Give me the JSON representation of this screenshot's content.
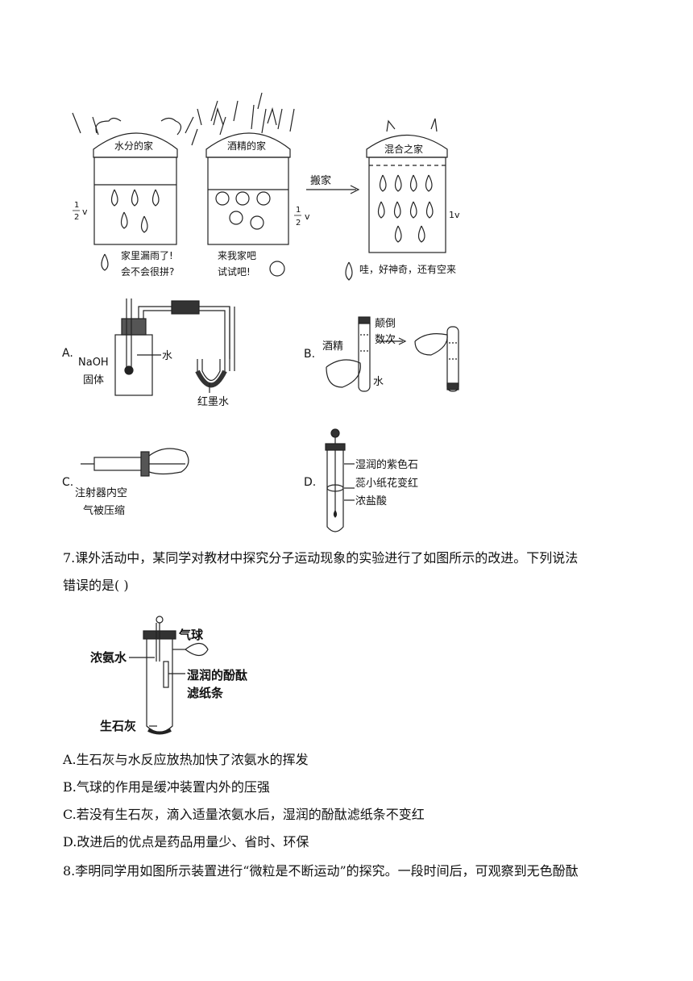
{
  "top_figure": {
    "house1_title": "水分的家",
    "house2_title": "酒精的家",
    "house3_title": "混合之家",
    "half_num": "1",
    "half_den": "2",
    "half_unit": "v",
    "one_v": "1v",
    "move_label": "搬家",
    "water_speech_1": "家里漏雨了!",
    "water_speech_2": "会不会很拼?",
    "alcohol_speech_1": "来我家吧",
    "alcohol_speech_2": "试试吧!",
    "mix_speech": "哇，好神奇，还有空来"
  },
  "option_figures": {
    "A": {
      "letter": "A.",
      "naoh": "NaOH",
      "solid": "固体",
      "water": "水",
      "ink": "红墨水"
    },
    "B": {
      "letter": "B.",
      "alcohol": "酒精",
      "flip1": "颠倒",
      "flip2": "数次",
      "water": "水"
    },
    "C": {
      "letter": "C.",
      "line1": "注射器内空",
      "line2": "气被压缩"
    },
    "D": {
      "letter": "D.",
      "line1": "湿润的紫色石",
      "line2": "蕊小纸花变红",
      "acid": "浓盐酸"
    }
  },
  "q7": {
    "line1": "7.课外活动中，某同学对教材中探究分子运动现象的实验进行了如图所示的改进。下列说法",
    "line2": "错误的是(   )",
    "fig": {
      "ammonia": "浓氨水",
      "balloon": "气球",
      "paper1": "湿润的酚酞",
      "paper2": "滤纸条",
      "lime": "生石灰"
    },
    "options": [
      "A.生石灰与水反应放热加快了浓氨水的挥发",
      "B.气球的作用是缓冲装置内外的压强",
      "C.若没有生石灰，滴入适量浓氨水后，湿润的酚酞滤纸条不变红",
      "D.改进后的优点是药品用量少、省时、环保"
    ]
  },
  "q8": {
    "line1": "8.李明同学用如图所示装置进行“微粒是不断运动”的探究。一段时间后，可观察到无色酚酞"
  }
}
